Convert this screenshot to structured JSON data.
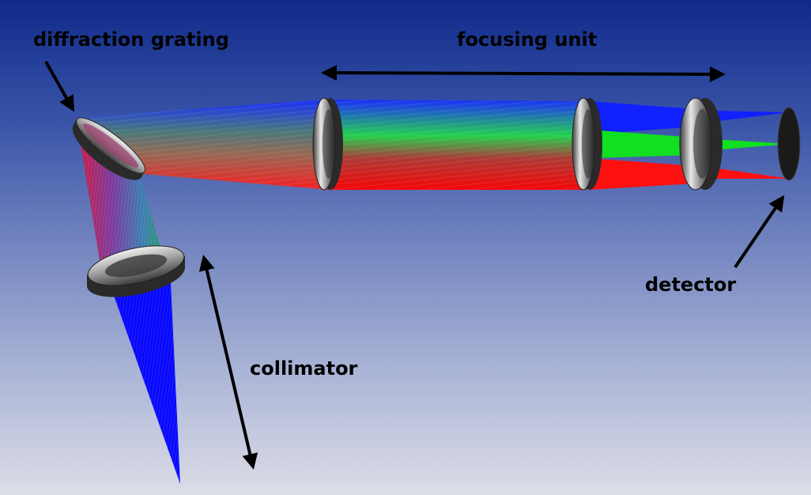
{
  "labels": {
    "diffraction_grating": "diffraction grating",
    "focusing_unit": "focusing unit",
    "detector": "detector",
    "collimator": "collimator"
  },
  "colors": {
    "background_top": "#0f2a8a",
    "background_bottom": "#dcdde6",
    "ray_blue": "#0000ff",
    "ray_green": "#00ff00",
    "ray_red": "#ff0000",
    "arrow": "#000000"
  },
  "components": [
    "collimator-lens",
    "diffraction-grating",
    "focusing-lens-1",
    "focusing-lens-2",
    "focusing-lens-3",
    "detector"
  ]
}
